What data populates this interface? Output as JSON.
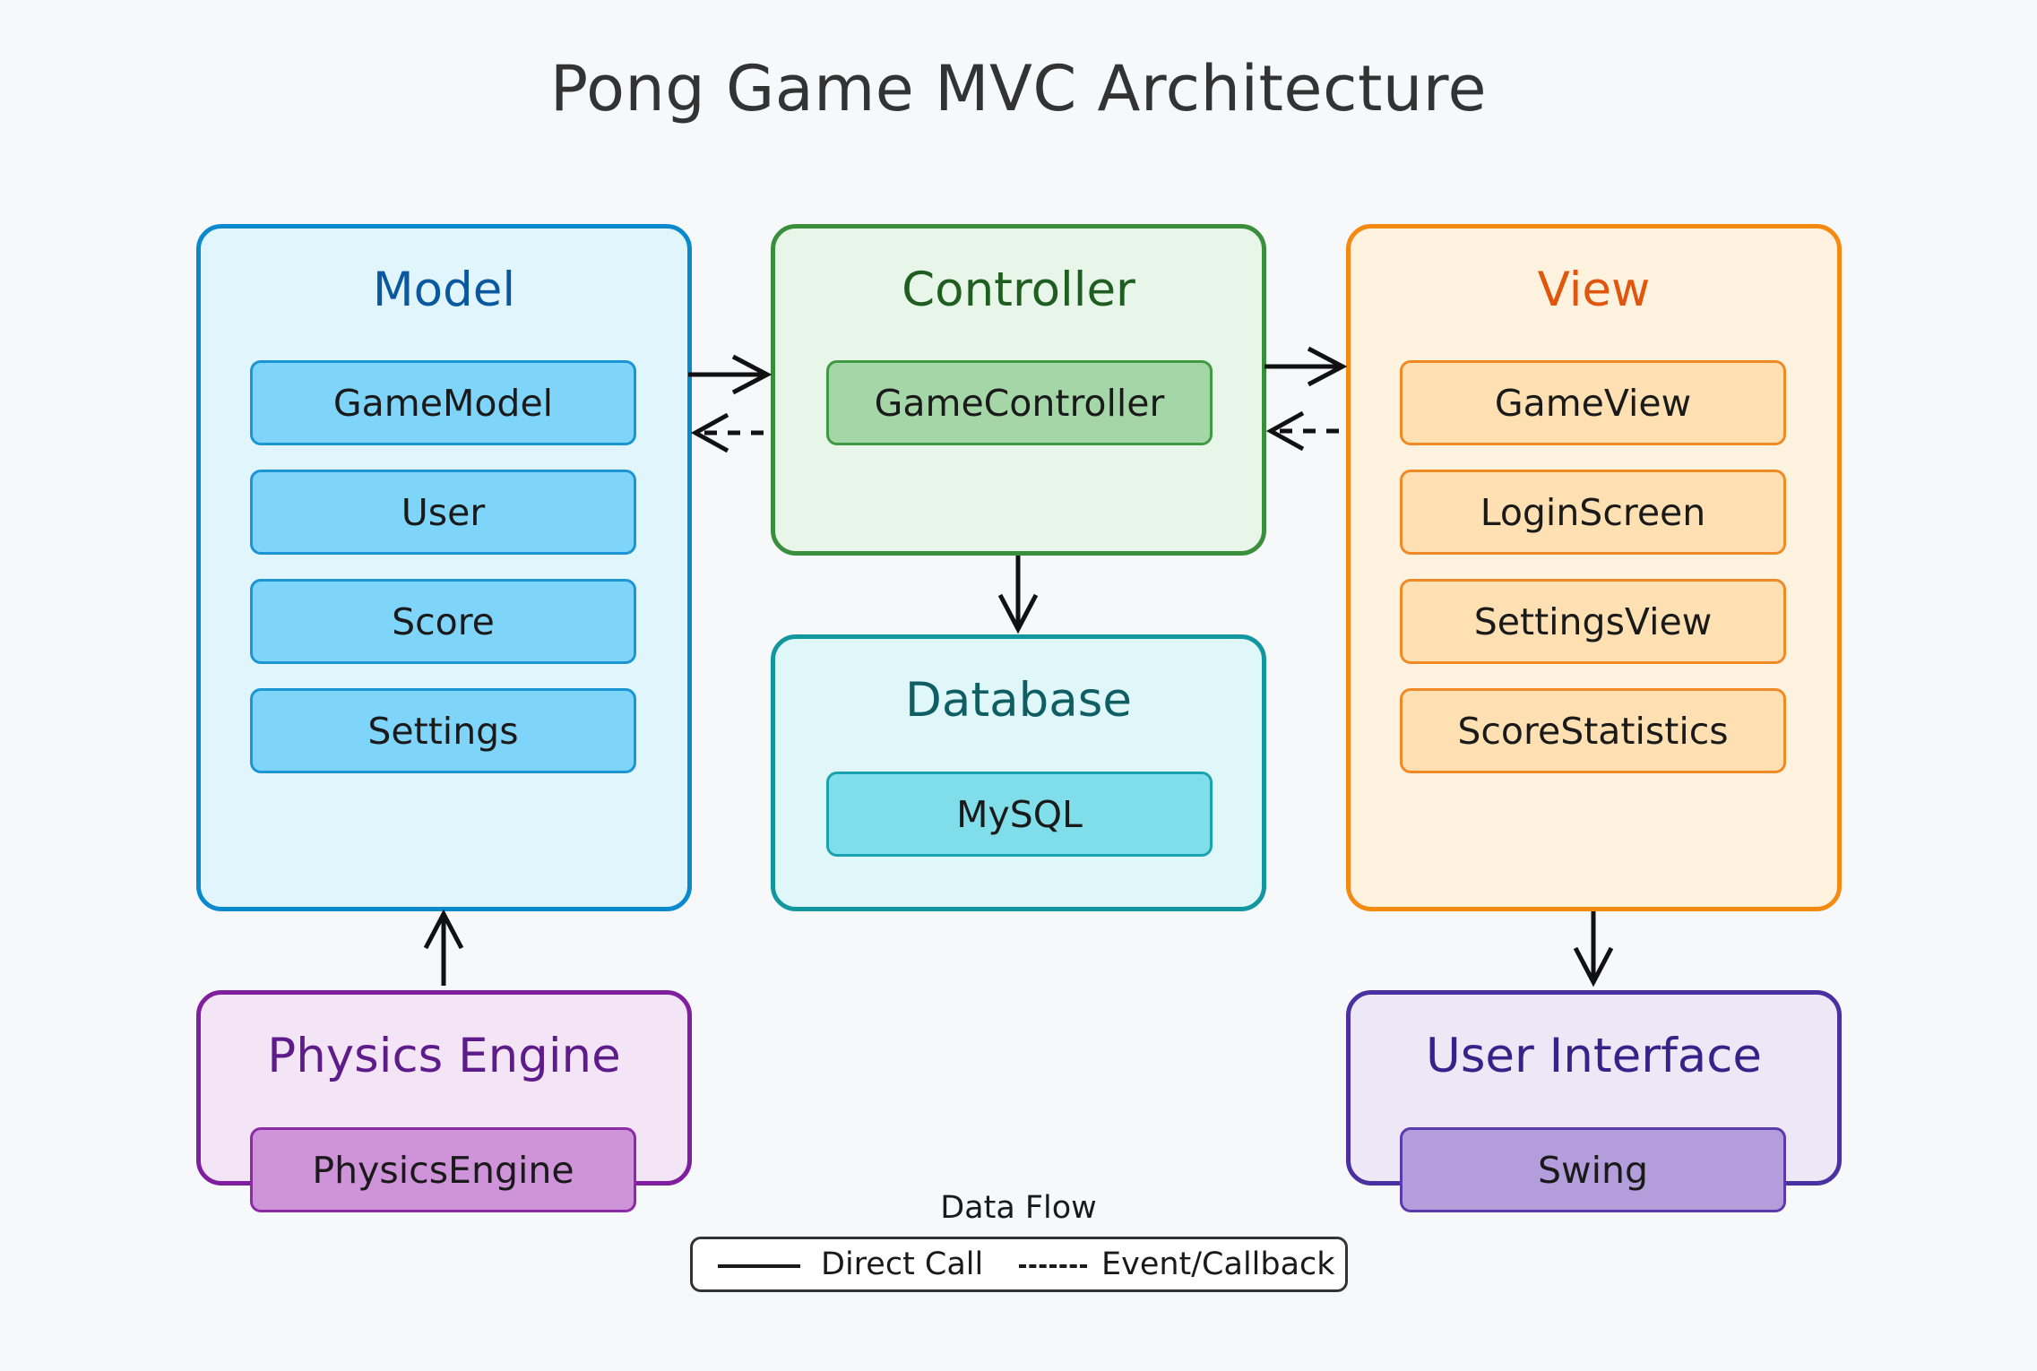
{
  "title": "Pong Game MVC Architecture",
  "groups": {
    "model": {
      "title": "Model",
      "components": [
        "GameModel",
        "User",
        "Score",
        "Settings"
      ]
    },
    "controller": {
      "title": "Controller",
      "components": [
        "GameController"
      ]
    },
    "database": {
      "title": "Database",
      "components": [
        "MySQL"
      ]
    },
    "view": {
      "title": "View",
      "components": [
        "GameView",
        "LoginScreen",
        "SettingsView",
        "ScoreStatistics"
      ]
    },
    "physics": {
      "title": "Physics Engine",
      "components": [
        "PhysicsEngine"
      ]
    },
    "ui": {
      "title": "User Interface",
      "components": [
        "Swing"
      ]
    }
  },
  "legend": {
    "title": "Data Flow",
    "direct_call": "Direct Call",
    "event_callback": "Event/Callback"
  },
  "colors": {
    "model": "#0a89cc",
    "controller": "#3a8f3d",
    "database": "#12979f",
    "view": "#f58a12",
    "physics": "#7f1f9e",
    "ui": "#4a30a0"
  },
  "edges": [
    {
      "from": "Model",
      "to": "Controller",
      "style": "solid"
    },
    {
      "from": "Controller",
      "to": "Model",
      "style": "dashed"
    },
    {
      "from": "Controller",
      "to": "View",
      "style": "solid"
    },
    {
      "from": "View",
      "to": "Controller",
      "style": "dashed"
    },
    {
      "from": "Controller",
      "to": "Database",
      "style": "solid"
    },
    {
      "from": "Physics Engine",
      "to": "Model",
      "style": "solid"
    },
    {
      "from": "View",
      "to": "User Interface",
      "style": "solid"
    }
  ]
}
